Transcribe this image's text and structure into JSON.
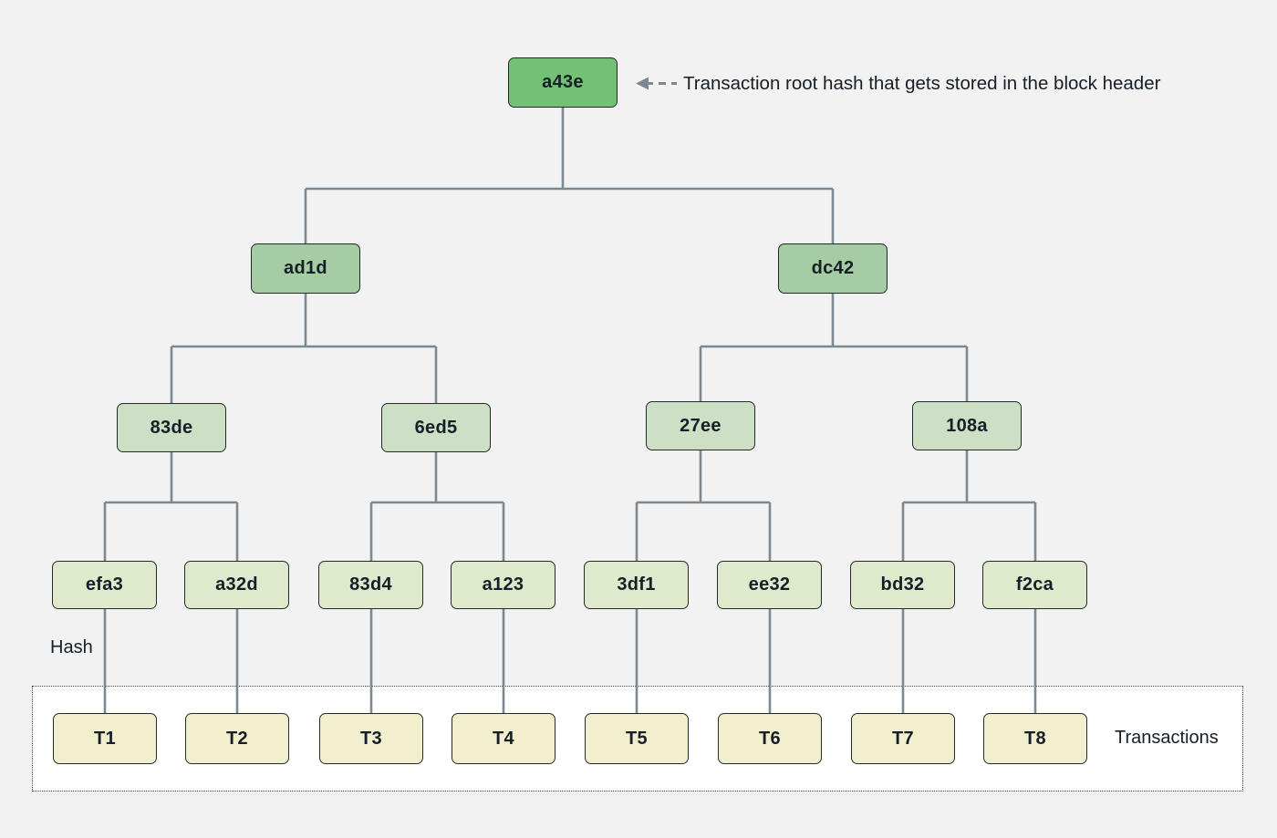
{
  "annotation": {
    "text": "Transaction root hash that gets stored in the block header"
  },
  "labels": {
    "hash": "Hash",
    "transactions": "Transactions"
  },
  "colors": {
    "page-bg": "#f1f2f1",
    "text": "#161e27",
    "line": "#7d8992",
    "node-border": "#222b27",
    "root-fill": "#74c175",
    "l2-fill": "#a5cca3",
    "l3-fill": "#cddfc5",
    "leaf-fill": "#dfe9cb",
    "tx-fill": "#f1efce",
    "tx-box-bg": "#ffffff",
    "dotted-border": "#3a3f3a"
  },
  "tree": {
    "root": {
      "label": "a43e"
    },
    "level2": [
      {
        "label": "ad1d"
      },
      {
        "label": "dc42"
      }
    ],
    "level3": [
      {
        "label": "83de"
      },
      {
        "label": "6ed5"
      },
      {
        "label": "27ee"
      },
      {
        "label": "108a"
      }
    ],
    "leaves": [
      {
        "label": "efa3"
      },
      {
        "label": "a32d"
      },
      {
        "label": "83d4"
      },
      {
        "label": "a123"
      },
      {
        "label": "3df1"
      },
      {
        "label": "ee32"
      },
      {
        "label": "bd32"
      },
      {
        "label": "f2ca"
      }
    ],
    "transactions": [
      {
        "label": "T1"
      },
      {
        "label": "T2"
      },
      {
        "label": "T3"
      },
      {
        "label": "T4"
      },
      {
        "label": "T5"
      },
      {
        "label": "T6"
      },
      {
        "label": "T7"
      },
      {
        "label": "T8"
      }
    ]
  }
}
